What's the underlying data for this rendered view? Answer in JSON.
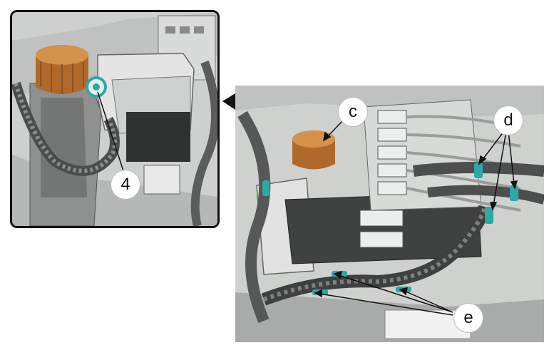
{
  "colors": {
    "cap": "#b8732a",
    "fastener": "#2aa9a6",
    "arrow": "#111111"
  },
  "labels": {
    "inset_callout": "4",
    "cap_callout": "c",
    "d_callout": "d",
    "e_callout": "e"
  }
}
